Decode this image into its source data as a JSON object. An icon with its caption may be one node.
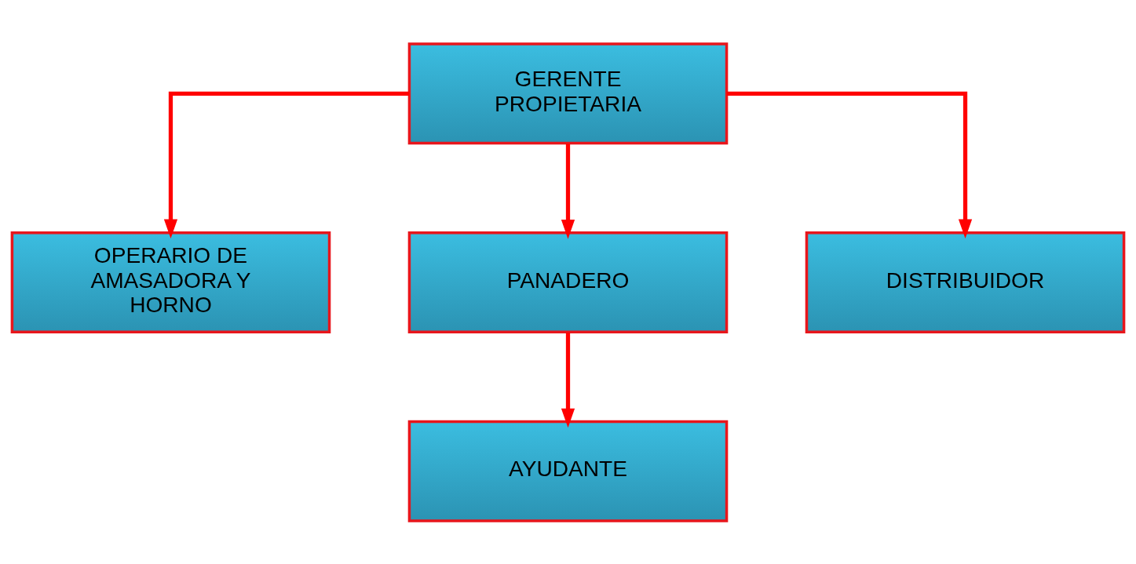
{
  "diagram": {
    "nodes": [
      {
        "text": [
          "GERENTE PROPIETARIA"
        ]
      },
      {
        "text": [
          "OPERARIO DE AMASADORA Y HORNO"
        ]
      },
      {
        "text": [
          "PANADERO"
        ]
      },
      {
        "text": [
          "DISTRIBUIDOR"
        ]
      },
      {
        "text": [
          "AYUDANTE"
        ]
      }
    ],
    "edges": [
      {
        "from": 0,
        "to": 1,
        "arrow": "to"
      },
      {
        "from": 0,
        "to": 2,
        "arrow": "to"
      },
      {
        "from": 0,
        "to": 3,
        "arrow": "to"
      },
      {
        "from": 2,
        "to": 4,
        "arrow": "to"
      }
    ]
  }
}
